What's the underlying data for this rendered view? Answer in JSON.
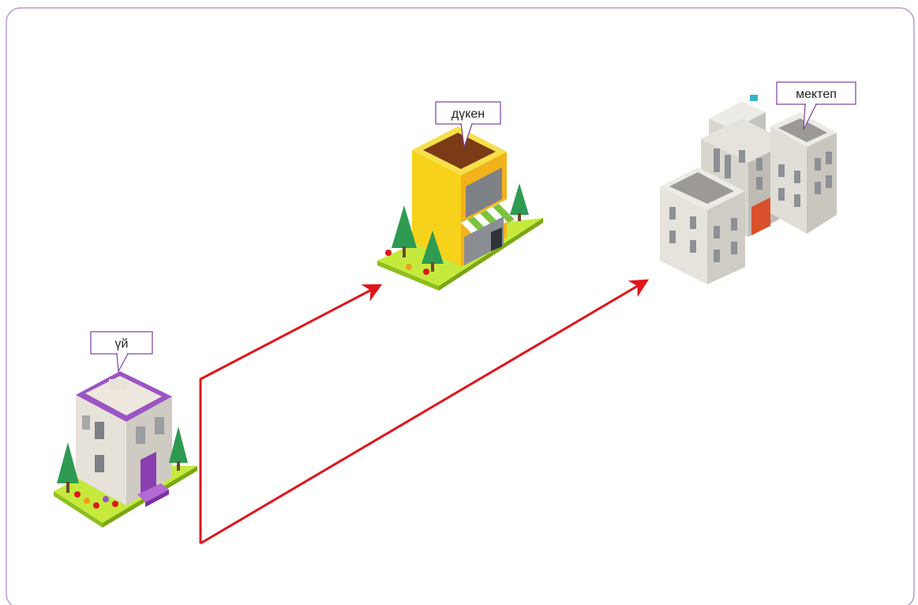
{
  "labels": {
    "house": "үй",
    "shop": "дүкен",
    "school": "мектеп"
  },
  "colors": {
    "frame": "#b99ad6",
    "arrow": "#e0151b",
    "label_border": "#7a3fa3",
    "grass": "#c5ea3d",
    "tree": "#2e9a52",
    "house_trim": "#8a3fb0",
    "shop_body": "#f7d21a",
    "school_body": "#d9d6cf",
    "school_door": "#d9502a"
  },
  "icons": [
    "house-icon",
    "shop-icon",
    "school-icon",
    "tree-icon",
    "arrow-head-icon"
  ]
}
